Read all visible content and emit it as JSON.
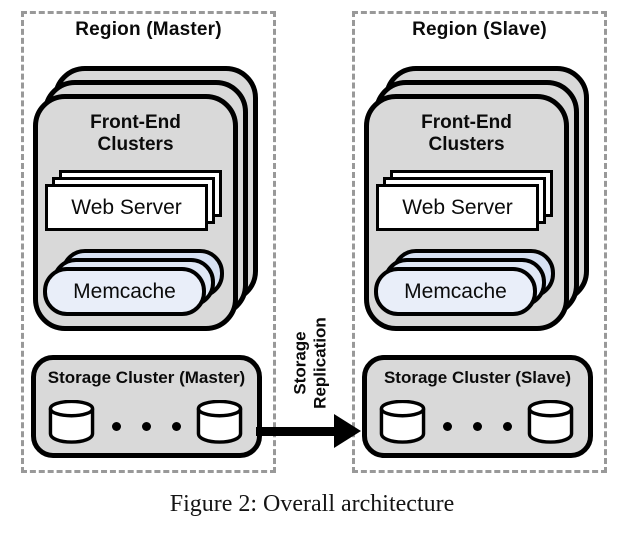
{
  "figure_caption": "Figure 2: Overall architecture",
  "regions": [
    {
      "title": "Region (Master)",
      "front_end_clusters": {
        "title": "Front-End\nClusters",
        "web_server": "Web Server",
        "memcache": "Memcache"
      },
      "storage_cluster": {
        "title": "Storage Cluster (Master)"
      }
    },
    {
      "title": "Region (Slave)",
      "front_end_clusters": {
        "title": "Front-End\nClusters",
        "web_server": "Web Server",
        "memcache": "Memcache"
      },
      "storage_cluster": {
        "title": "Storage Cluster (Slave)"
      }
    }
  ],
  "replication": {
    "label": "Storage\nReplication"
  },
  "icons": {
    "database": "database-cylinder-icon",
    "ellipsis": "ellipsis-dots-icon",
    "arrow": "right-arrow-icon"
  },
  "colors": {
    "cluster_fill": "#d9d9d9",
    "memcache_fill": "#e9eef9",
    "memcache_fill_back": "#d7e1f3",
    "outline": "#000000",
    "region_border": "#999999"
  }
}
